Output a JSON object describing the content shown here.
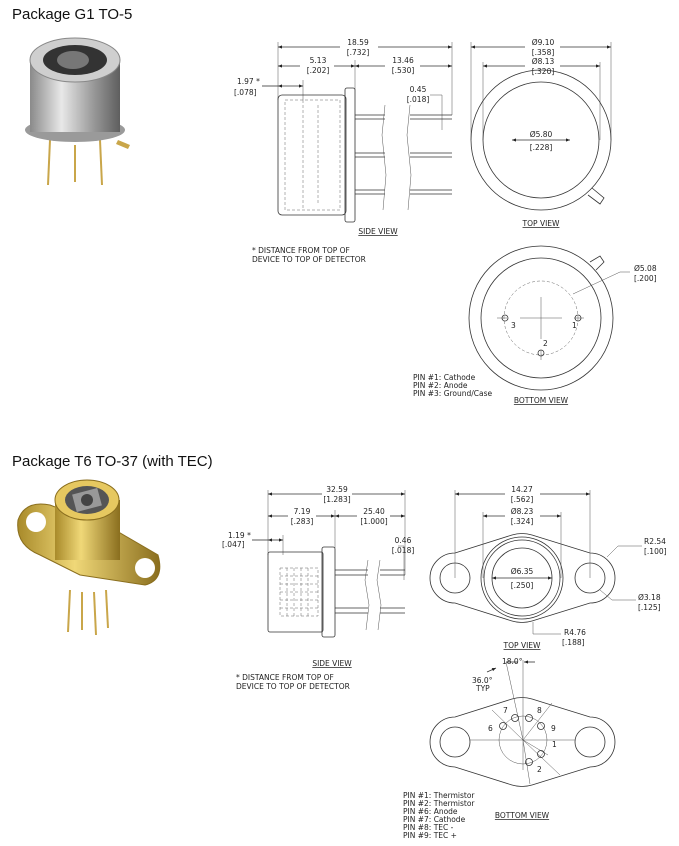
{
  "packages": [
    {
      "title": "Package G1  TO-5",
      "side_view": {
        "label": "SIDE VIEW",
        "overall": [
          "18.59",
          "[.732]"
        ],
        "body": [
          "5.13",
          "[.202]"
        ],
        "leads": [
          "13.46",
          "[.530]"
        ],
        "detector": [
          "1.97 *",
          "[.078]"
        ],
        "pin_dia": [
          "0.45",
          "[.018]"
        ],
        "note": [
          "* DISTANCE FROM TOP OF",
          "DEVICE TO TOP OF DETECTOR"
        ]
      },
      "top_view": {
        "label": "TOP VIEW",
        "outer": [
          "Ø9.10",
          "[.358]"
        ],
        "cap": [
          "Ø8.13",
          "[.320]"
        ],
        "window": [
          "Ø5.80",
          "[.228]"
        ]
      },
      "bottom_view": {
        "label": "BOTTOM VIEW",
        "pin_circle": [
          "Ø5.08",
          "[.200]"
        ],
        "pin_numbers": [
          "1",
          "2",
          "3"
        ],
        "pins": [
          "PIN #1: Cathode",
          "PIN #2: Anode",
          "PIN #3: Ground/Case"
        ]
      }
    },
    {
      "title": "Package T6  TO-37 (with TEC)",
      "side_view": {
        "label": "SIDE VIEW",
        "overall": [
          "32.59",
          "[1.283]"
        ],
        "body": [
          "7.19",
          "[.283]"
        ],
        "leads": [
          "25.40",
          "[1.000]"
        ],
        "detector": [
          "1.19 *",
          "[.047]"
        ],
        "pin_dia": [
          "0.46",
          "[.018]"
        ],
        "note": [
          "* DISTANCE FROM TOP OF",
          "DEVICE TO TOP OF DETECTOR"
        ]
      },
      "top_view": {
        "label": "TOP VIEW",
        "holes_span": [
          "14.27",
          "[.562]"
        ],
        "cap": [
          "Ø8.23",
          "[.324]"
        ],
        "window": [
          "Ø6.35",
          "[.250]"
        ],
        "end_radius": [
          "R2.54",
          "[.100]"
        ],
        "hole_dia": [
          "Ø3.18",
          "[.125]"
        ],
        "side_radius": [
          "R4.76",
          "[.188]"
        ]
      },
      "bottom_view": {
        "label": "BOTTOM VIEW",
        "angle_half": "18.0°",
        "angle_typ": [
          "36.0°",
          "TYP"
        ],
        "pin_numbers": [
          "1",
          "2",
          "6",
          "7",
          "8",
          "9"
        ],
        "pins": [
          "PIN #1: Thermistor",
          "PIN #2: Thermistor",
          "PIN #6: Anode",
          "PIN #7: Cathode",
          "PIN #8: TEC -",
          "PIN #9: TEC +"
        ]
      }
    }
  ]
}
